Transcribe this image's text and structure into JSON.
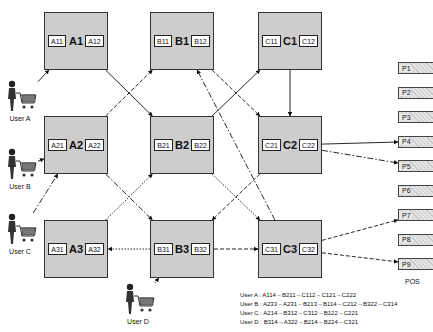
{
  "diagram": {
    "nodes": [
      {
        "text": [
          "A1"
        ]
      },
      {
        "text": [
          "A11"
        ],
        "in": 0
      },
      {
        "text": [
          "A12"
        ],
        "in": 0
      },
      {
        "text": [
          "B1"
        ]
      },
      {
        "text": [
          "B11"
        ],
        "in": 3
      },
      {
        "text": [
          "B12"
        ],
        "in": 3
      },
      {
        "text": [
          "C1"
        ]
      },
      {
        "text": [
          "C11"
        ],
        "in": 6
      },
      {
        "text": [
          "C12"
        ],
        "in": 6
      },
      {
        "text": [
          "A2"
        ]
      },
      {
        "text": [
          "A21"
        ],
        "in": 9
      },
      {
        "text": [
          "A22"
        ],
        "in": 9
      },
      {
        "text": [
          "B2"
        ]
      },
      {
        "text": [
          "B21"
        ],
        "in": 12
      },
      {
        "text": [
          "B22"
        ],
        "in": 12
      },
      {
        "text": [
          "C2"
        ]
      },
      {
        "text": [
          "C21"
        ],
        "in": 15
      },
      {
        "text": [
          "C22"
        ],
        "in": 15
      },
      {
        "text": [
          "A3"
        ]
      },
      {
        "text": [
          "A31"
        ],
        "in": 18
      },
      {
        "text": [
          "A32"
        ],
        "in": 18
      },
      {
        "text": [
          "B3"
        ]
      },
      {
        "text": [
          "B31"
        ],
        "in": 21
      },
      {
        "text": [
          "B32"
        ],
        "in": 21
      },
      {
        "text": [
          "C3"
        ]
      },
      {
        "text": [
          "C31"
        ],
        "in": 24
      },
      {
        "text": [
          "C32"
        ],
        "in": 24
      },
      {
        "text": [
          "User A"
        ]
      },
      {
        "text": [
          "User B"
        ]
      },
      {
        "text": [
          "User C"
        ]
      },
      {
        "text": [
          "User D"
        ]
      },
      {
        "text": [
          "P1"
        ]
      },
      {
        "text": [
          "P2"
        ]
      },
      {
        "text": [
          "P3"
        ]
      },
      {
        "text": [
          "P4"
        ]
      },
      {
        "text": [
          "P5"
        ]
      },
      {
        "text": [
          "P6"
        ]
      },
      {
        "text": [
          "P7"
        ]
      },
      {
        "text": [
          "P8"
        ]
      },
      {
        "text": [
          "P9"
        ]
      }
    ],
    "edges": [
      {
        "from": 27,
        "to": 0,
        "arrow": "to"
      },
      {
        "from": 0,
        "to": 12,
        "arrow": "to"
      },
      {
        "from": 12,
        "to": 6,
        "arrow": "to"
      },
      {
        "from": 6,
        "to": 15,
        "arrow": "to"
      },
      {
        "from": 15,
        "to": 34,
        "arrow": "to"
      },
      {
        "from": 28,
        "to": 9,
        "arrow": "to"
      },
      {
        "from": 9,
        "to": 3,
        "arrow": "to"
      },
      {
        "from": 3,
        "to": 15,
        "arrow": "to"
      },
      {
        "from": 15,
        "to": 21,
        "arrow": "to"
      },
      {
        "from": 21,
        "to": 24,
        "arrow": "to"
      },
      {
        "from": 29,
        "to": 9,
        "arrow": "to"
      },
      {
        "from": 9,
        "to": 21,
        "arrow": "to"
      },
      {
        "from": 24,
        "to": 3,
        "arrow": "to"
      },
      {
        "from": 15,
        "to": 35,
        "arrow": "to"
      },
      {
        "from": 30,
        "to": 21,
        "arrow": "to"
      },
      {
        "from": 21,
        "to": 18,
        "arrow": "to"
      },
      {
        "from": 18,
        "to": 12,
        "arrow": "to"
      },
      {
        "from": 12,
        "to": 24,
        "arrow": "to"
      },
      {
        "from": 24,
        "to": 37,
        "arrow": "to"
      },
      {
        "from": 24,
        "to": 39,
        "arrow": "to"
      }
    ],
    "labels": [
      "POS",
      "User A : A114→B211→C112→C121→C222",
      "User B : A233→A231→B213→B114→C212→B322→C314",
      "User C : A214→B312→C312→B122→C221",
      "User D : B314→A322→B214→B224→C321"
    ]
  }
}
